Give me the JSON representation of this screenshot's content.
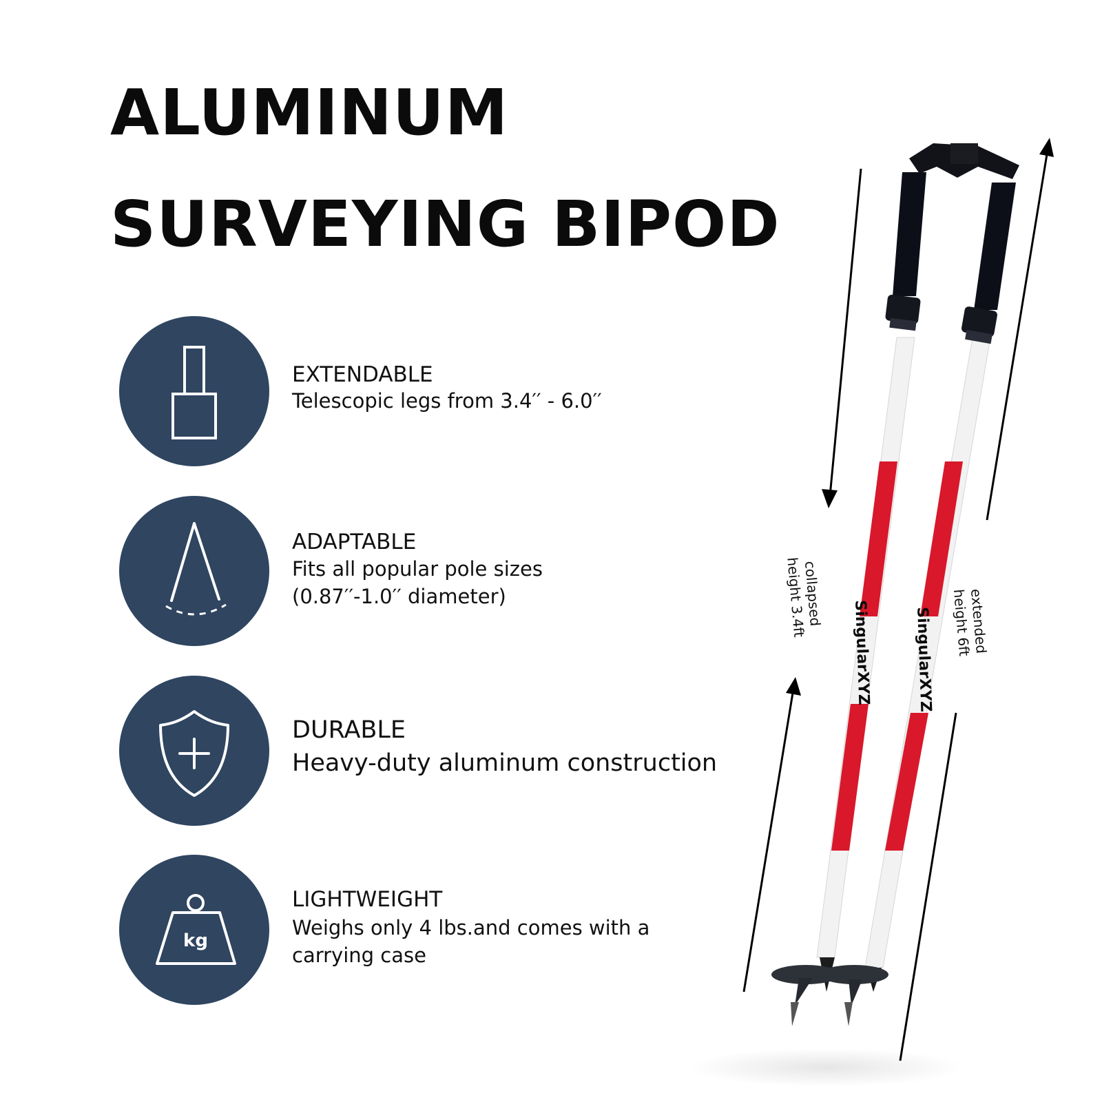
{
  "title": {
    "line1": "ALUMINUM",
    "line2": "SURVEYING BIPOD"
  },
  "colors": {
    "circle": "#2f4560",
    "accent_red": "#d9182b",
    "text": "#111111"
  },
  "features": [
    {
      "icon": "telescopic-leg-icon",
      "heading": "EXTENDABLE",
      "description": [
        "Telescopic legs from 3.4′′ - 6.0′′"
      ]
    },
    {
      "icon": "compass-adapt-icon",
      "heading": "ADAPTABLE",
      "description": [
        "Fits all popular pole sizes",
        "(0.87′′-1.0′′ diameter)"
      ]
    },
    {
      "icon": "shield-plus-icon",
      "heading": "DURABLE",
      "description": [
        "Heavy-duty aluminum construction"
      ]
    },
    {
      "icon": "kg-weight-icon",
      "heading": "LIGHTWEIGHT",
      "description": [
        "Weighs only 4 lbs.and comes with a",
        "carrying case"
      ],
      "icon_text": "kg"
    }
  ],
  "product": {
    "brand": "SingularXYZ",
    "collapsed_label": [
      "collapsed",
      "height  3.4ft"
    ],
    "extended_label": [
      "extended",
      "height 6ft"
    ]
  }
}
